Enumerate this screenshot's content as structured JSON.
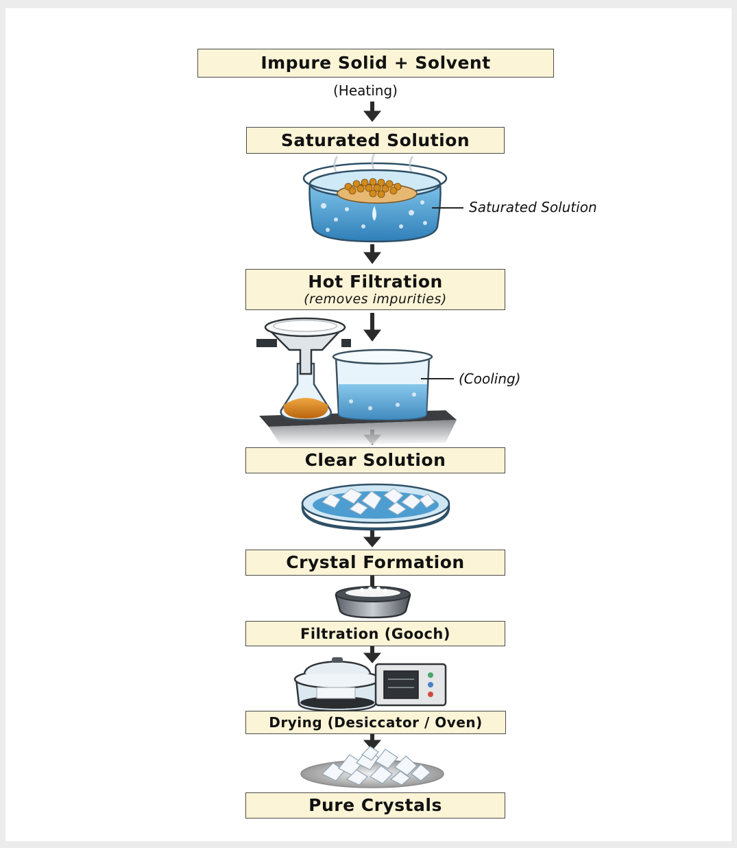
{
  "steps": {
    "impure_solid": "Impure Solid + Solvent",
    "saturated": "Saturated Solution",
    "hot_filtration": "Hot Filtration",
    "hot_filtration_sub": "(removes impurities)",
    "clear_solution": "Clear Solution",
    "crystal_formation": "Crystal Formation",
    "filtration_gooch": "Filtration (Gooch)",
    "drying": "Drying (Desiccator / Oven)",
    "pure_crystals": "Pure Crystals"
  },
  "notes": {
    "heating": "(Heating)",
    "saturated_label": "Saturated Solution",
    "cooling": "(Cooling)"
  },
  "colors": {
    "box_fill": "#fbf4d6",
    "box_border": "#4a4a4a",
    "arrow": "#2b2b2b",
    "water": "#3f8fc6",
    "amber": "#d68a1f",
    "crystal": "#f4f7fb"
  }
}
